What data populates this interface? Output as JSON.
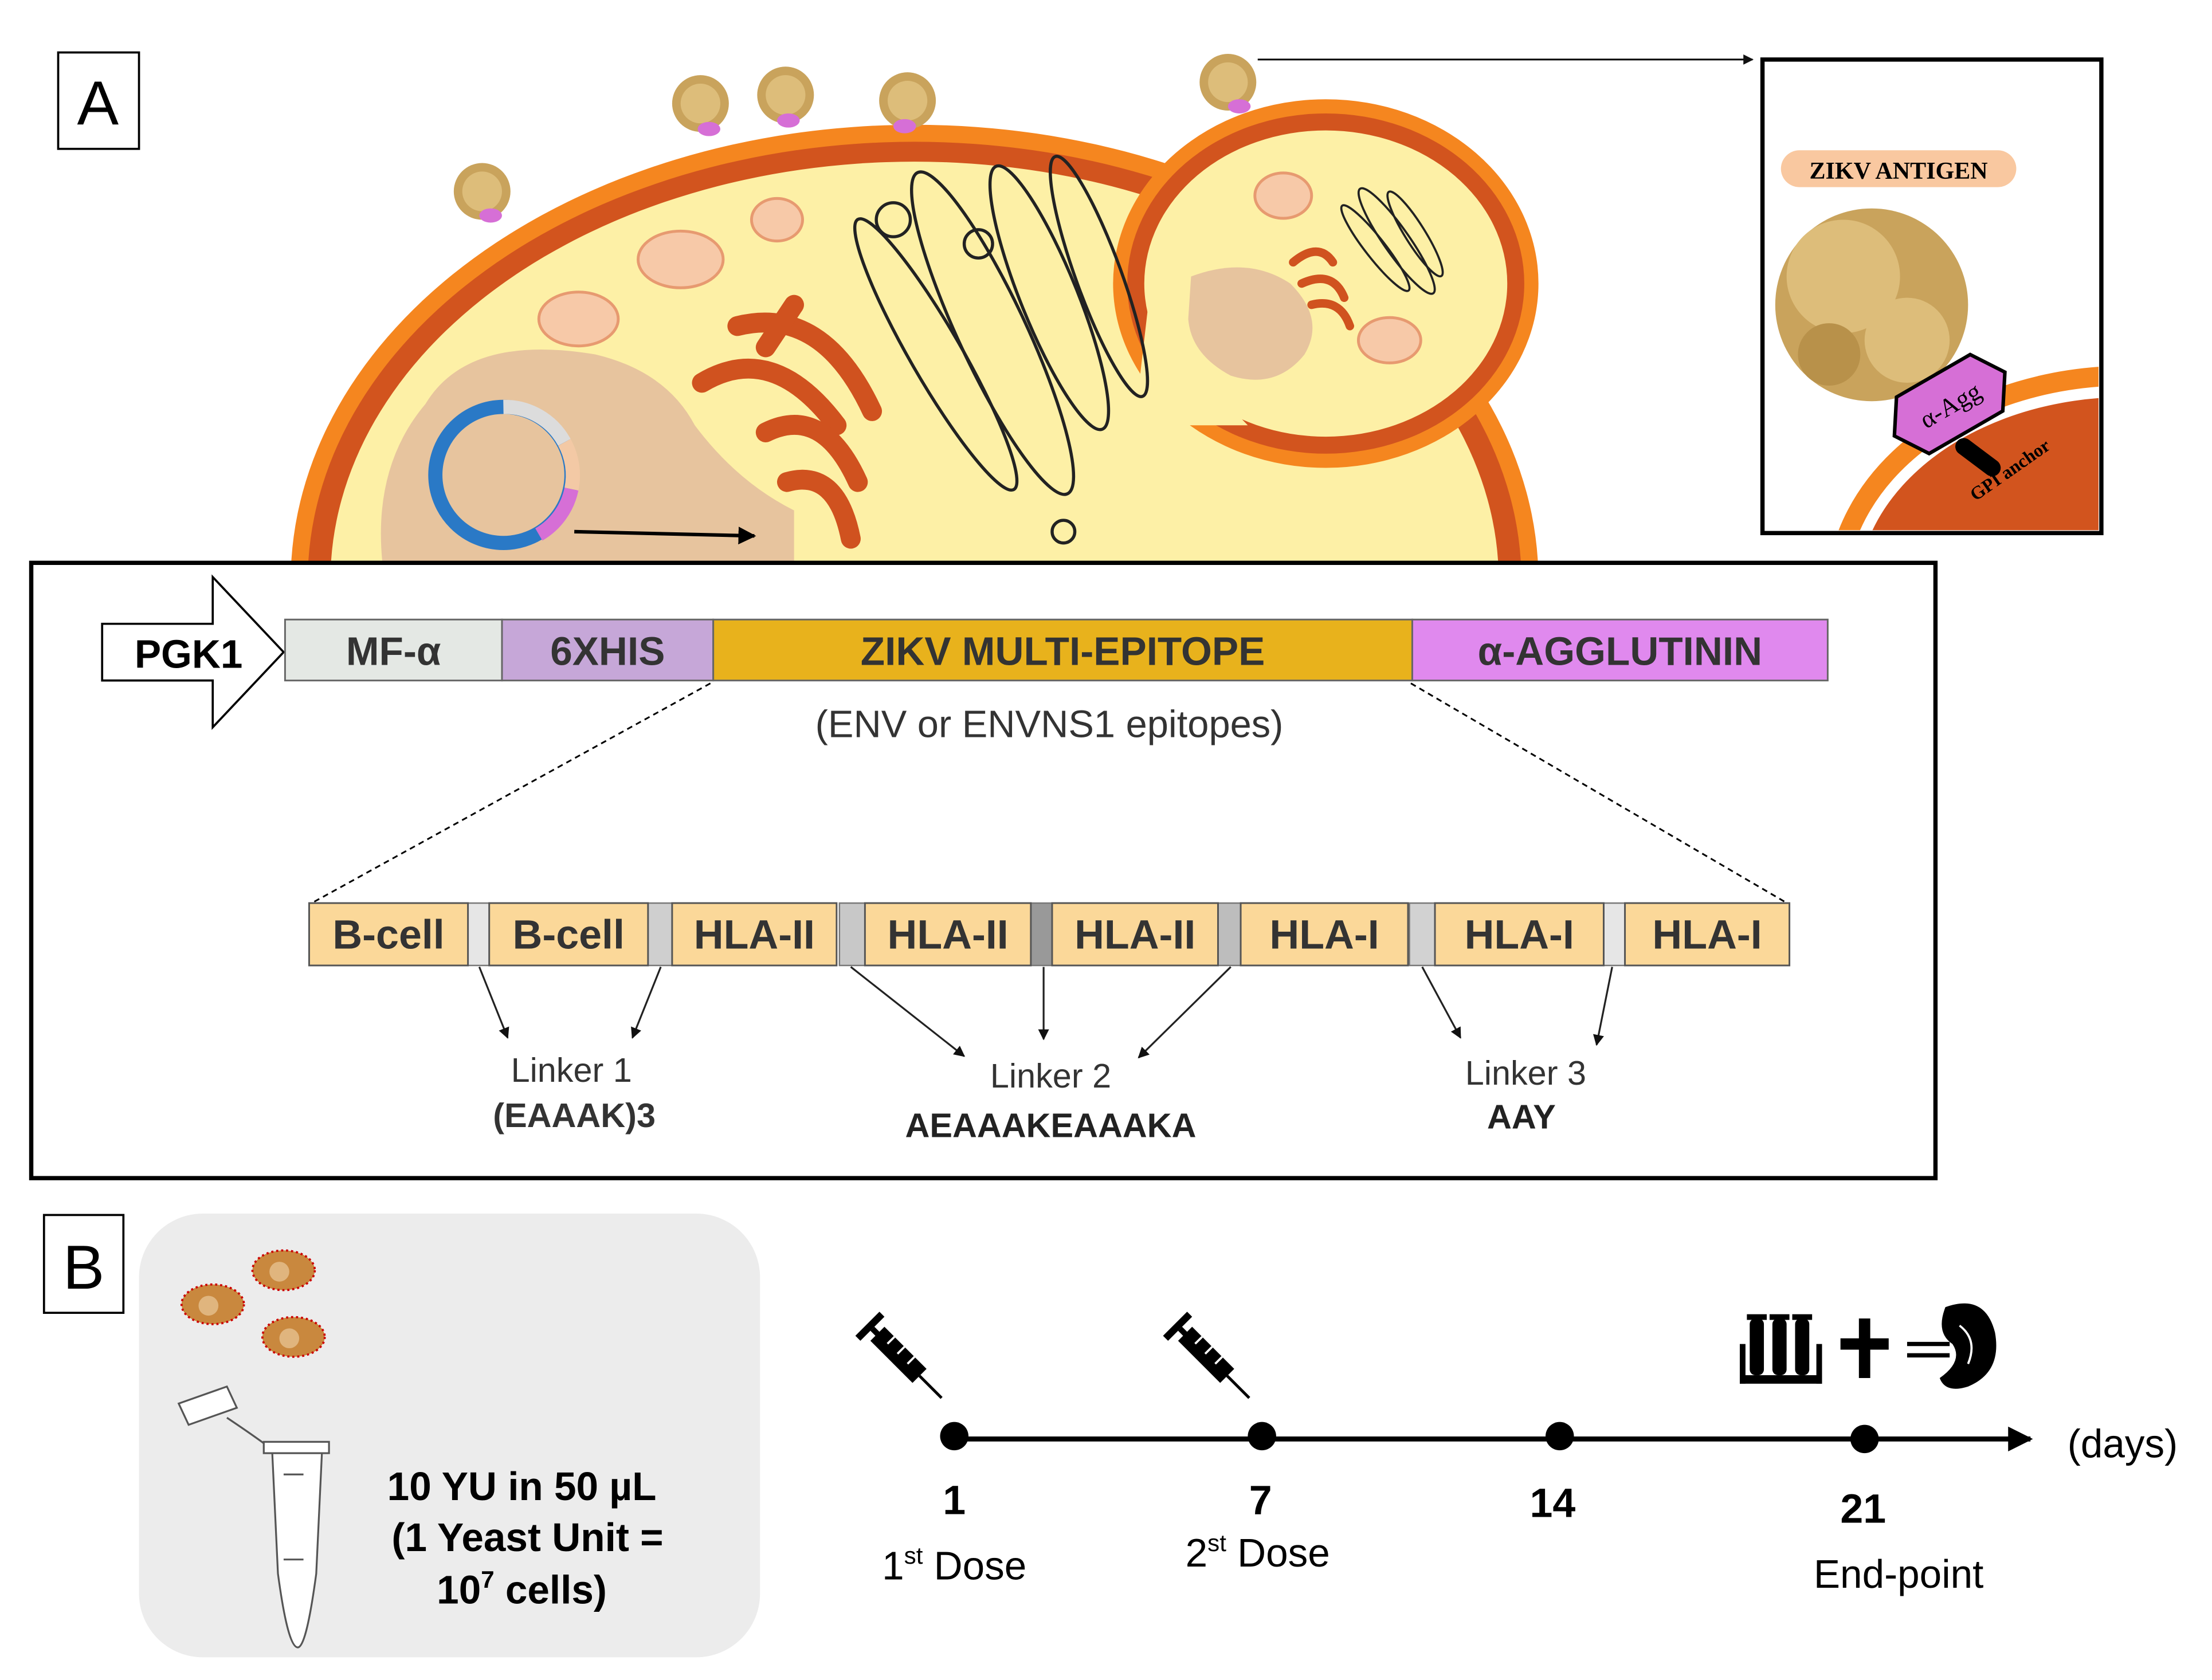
{
  "panels": {
    "a": "A",
    "b": "B"
  },
  "inset": {
    "antigen_label": "ZIKV ANTIGEN",
    "anchor_protein": "α-Agg",
    "anchor_label": "GPI anchor"
  },
  "construct": {
    "promoter": "PGK1",
    "segments": [
      {
        "label": "MF-α",
        "color": "#e4e8e4"
      },
      {
        "label": "6XHIS",
        "color": "#c6a7d8"
      },
      {
        "label": "ZIKV MULTI-EPITOPE",
        "color": "#e8b21c"
      },
      {
        "label": "α-AGGLUTININ",
        "color": "#e089ee"
      }
    ],
    "subtitle": "(ENV or ENVNS1 epitopes)"
  },
  "epitopes": [
    "B-cell",
    "B-cell",
    "HLA-II",
    "HLA-II",
    "HLA-II",
    "HLA-I",
    "HLA-I",
    "HLA-I"
  ],
  "linkers": [
    {
      "name": "Linker 1",
      "seq": "(EAAAK)3"
    },
    {
      "name": "Linker 2",
      "seq": "AEAAAKEAAAKA"
    },
    {
      "name": "Linker 3",
      "seq": "AAY"
    }
  ],
  "dose": {
    "line1": "10 YU in 50 µL",
    "line2": "(1 Yeast Unit =",
    "line3_pre": "10",
    "line3_sup": "7",
    "line3_post": " cells)"
  },
  "timeline": {
    "unit": "(days)",
    "points": [
      {
        "day": "1",
        "label_sup": "st",
        "label_pre": "1",
        "label_post": " Dose"
      },
      {
        "day": "7",
        "label_sup": "st",
        "label_pre": "2",
        "label_post": " Dose"
      },
      {
        "day": "14"
      },
      {
        "day": "21",
        "label": "End-point"
      }
    ]
  },
  "colors": {
    "membrane_outer": "#f5861f",
    "membrane_inner": "#d2541e",
    "cytoplasm": "#fdf0a6",
    "nucleus": "#e7c49e",
    "er": "#d0521f",
    "plasmid": "#2a79c6",
    "anchor": "#d66fd6"
  },
  "icons": [
    "syringe-icon",
    "test-tubes-icon",
    "cross-icon",
    "spleen-icon",
    "yeast-cell-icon",
    "microtube-icon",
    "antigen-icon"
  ]
}
